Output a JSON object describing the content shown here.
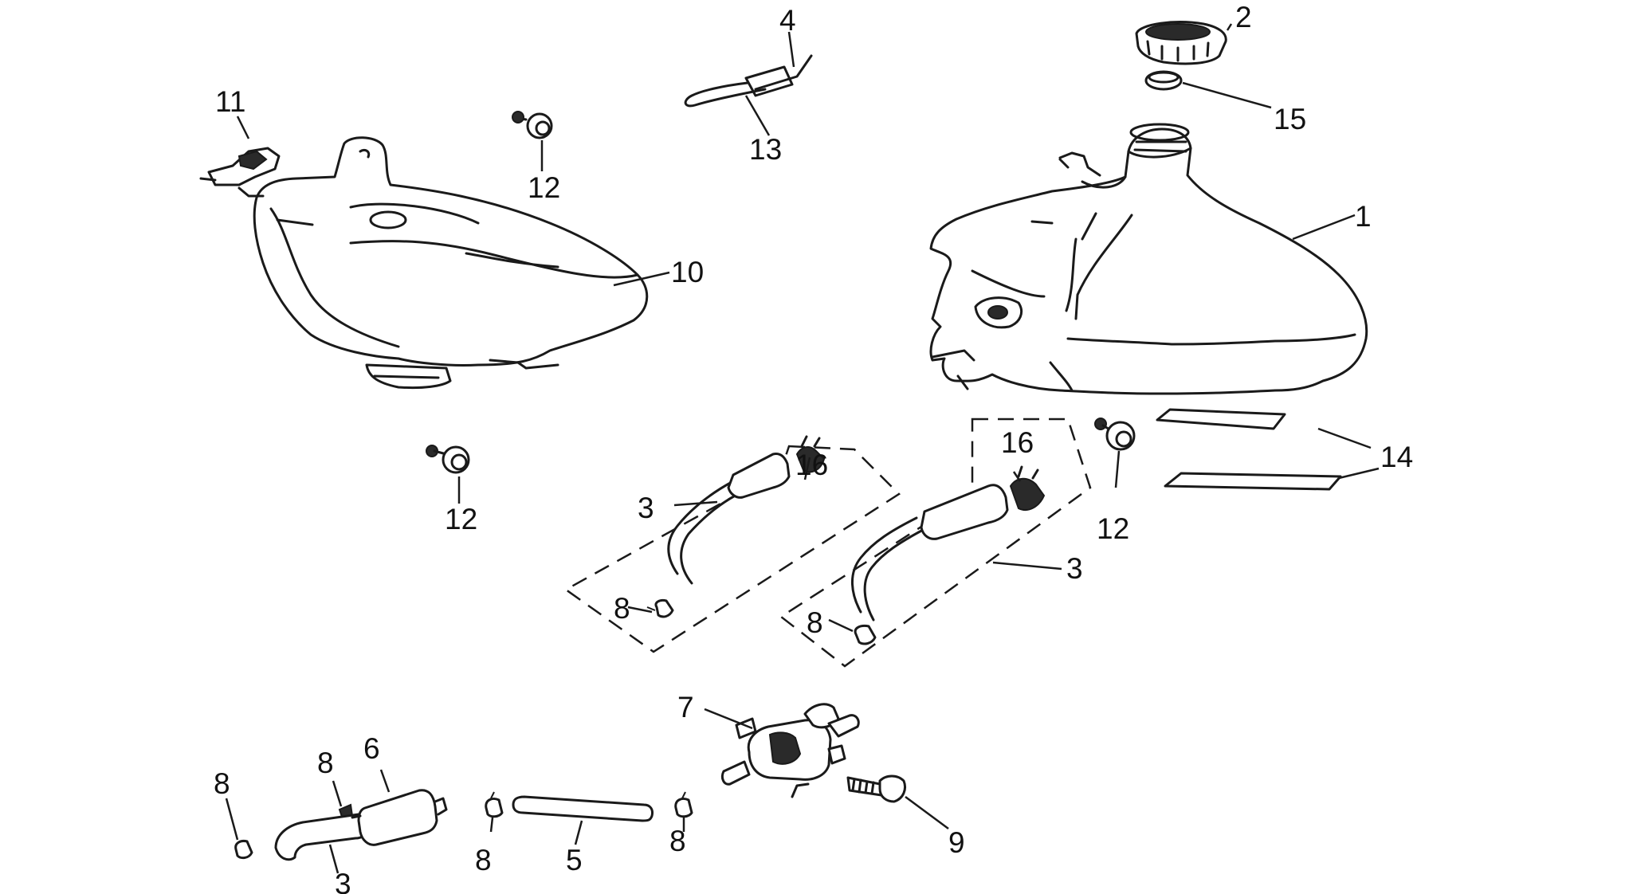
{
  "callouts": {
    "c1": "1",
    "c2": "2",
    "c3a": "3",
    "c3b": "3",
    "c3c": "3",
    "c4": "4",
    "c5": "5",
    "c6": "6",
    "c7": "7",
    "c8a": "8",
    "c8b": "8",
    "c8c": "8",
    "c8d": "8",
    "c8e": "8",
    "c8f": "8",
    "c9": "9",
    "c10": "10",
    "c11": "11",
    "c12a": "12",
    "c12b": "12",
    "c12c": "12",
    "c13": "13",
    "c14": "14",
    "c15": "15",
    "c16a": "16",
    "c16b": "16"
  },
  "colors": {
    "line": "#1a1a1a",
    "background": "#ffffff"
  }
}
